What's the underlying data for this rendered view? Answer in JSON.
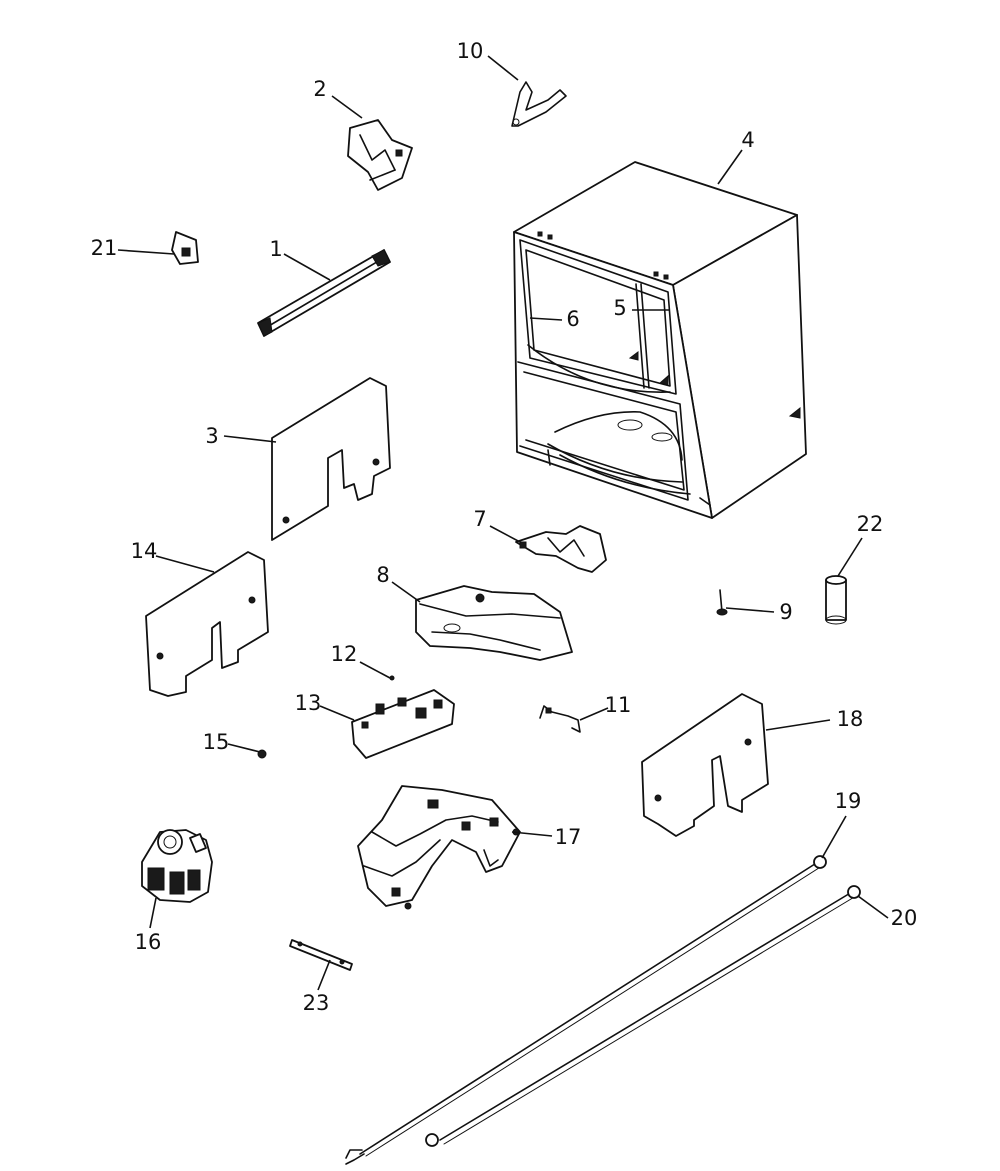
{
  "diagram": {
    "callouts": {
      "p1": "1",
      "p2": "2",
      "p3": "3",
      "p4": "4",
      "p5": "5",
      "p6": "6",
      "p7": "7",
      "p8": "8",
      "p9": "9",
      "p10": "10",
      "p11": "11",
      "p12": "12",
      "p13": "13",
      "p14": "14",
      "p15": "15",
      "p16": "16",
      "p17": "17",
      "p18": "18",
      "p19": "19",
      "p20": "20",
      "p21": "21",
      "p22": "22",
      "p23": "23"
    }
  },
  "colors": {
    "ink": "#111111",
    "background": "#ffffff"
  }
}
